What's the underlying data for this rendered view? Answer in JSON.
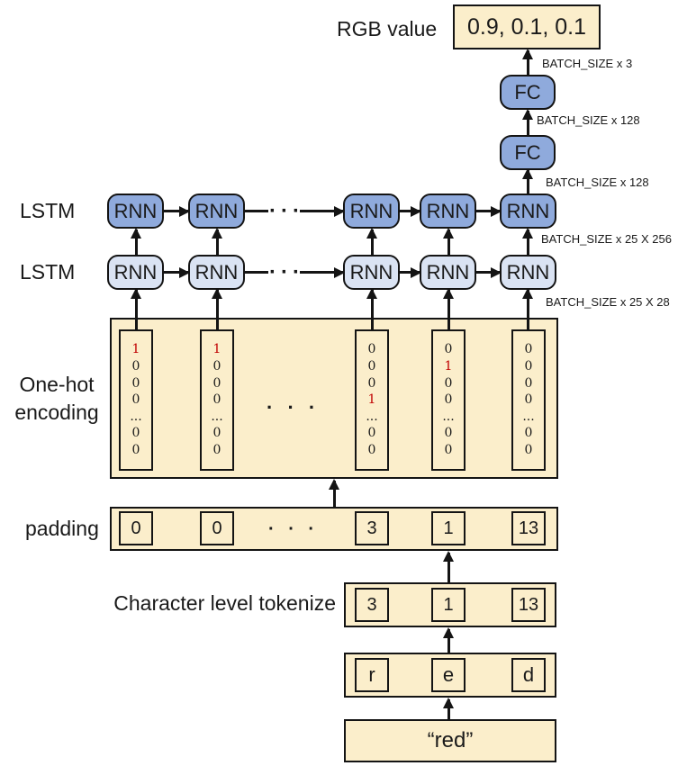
{
  "colors": {
    "panel_fill": "#FBEECB",
    "rnn_top_fill": "#8FAADC",
    "rnn_bottom_fill": "#DAE3F3",
    "fc_fill": "#8FAADC",
    "hot_digit": "#C00000",
    "line": "#141414"
  },
  "output": {
    "label": "RGB value",
    "value": "0.9, 0.1, 0.1"
  },
  "dims": {
    "out": "BATCH_SIZE x 3",
    "fc1": "BATCH_SIZE x 128",
    "fc2": "BATCH_SIZE x 128",
    "lstm_top": "BATCH_SIZE x 25 X 256",
    "lstm_bottom": "BATCH_SIZE x 25 X 28"
  },
  "fc_layers": [
    {
      "label": "FC"
    },
    {
      "label": "FC"
    }
  ],
  "lstm_rows": [
    {
      "layer_label": "LSTM",
      "dots": "···",
      "cells": [
        "RNN",
        "RNN",
        "RNN",
        "RNN",
        "RNN"
      ]
    },
    {
      "layer_label": "LSTM",
      "dots": "···",
      "cells": [
        "RNN",
        "RNN",
        "RNN",
        "RNN",
        "RNN"
      ]
    }
  ],
  "one_hot": {
    "label_line1": "One-hot",
    "label_line2": "encoding",
    "dots": "· · ·",
    "columns": [
      {
        "cells": [
          "1",
          "0",
          "0",
          "0",
          "...",
          "0",
          "0"
        ]
      },
      {
        "cells": [
          "1",
          "0",
          "0",
          "0",
          "...",
          "0",
          "0"
        ]
      },
      {
        "cells": [
          "0",
          "0",
          "0",
          "1",
          "...",
          "0",
          "0"
        ]
      },
      {
        "cells": [
          "0",
          "1",
          "0",
          "0",
          "...",
          "0",
          "0"
        ]
      },
      {
        "cells": [
          "0",
          "0",
          "0",
          "0",
          "...",
          "0",
          "0"
        ]
      }
    ]
  },
  "padding": {
    "label": "padding",
    "dots": "· · ·",
    "cells": [
      "0",
      "0",
      "3",
      "1",
      "13"
    ]
  },
  "tokenize": {
    "label": "Character level tokenize",
    "cells": [
      "3",
      "1",
      "13"
    ]
  },
  "characters": {
    "cells": [
      "r",
      "e",
      "d"
    ]
  },
  "input": {
    "value": "“red”"
  }
}
